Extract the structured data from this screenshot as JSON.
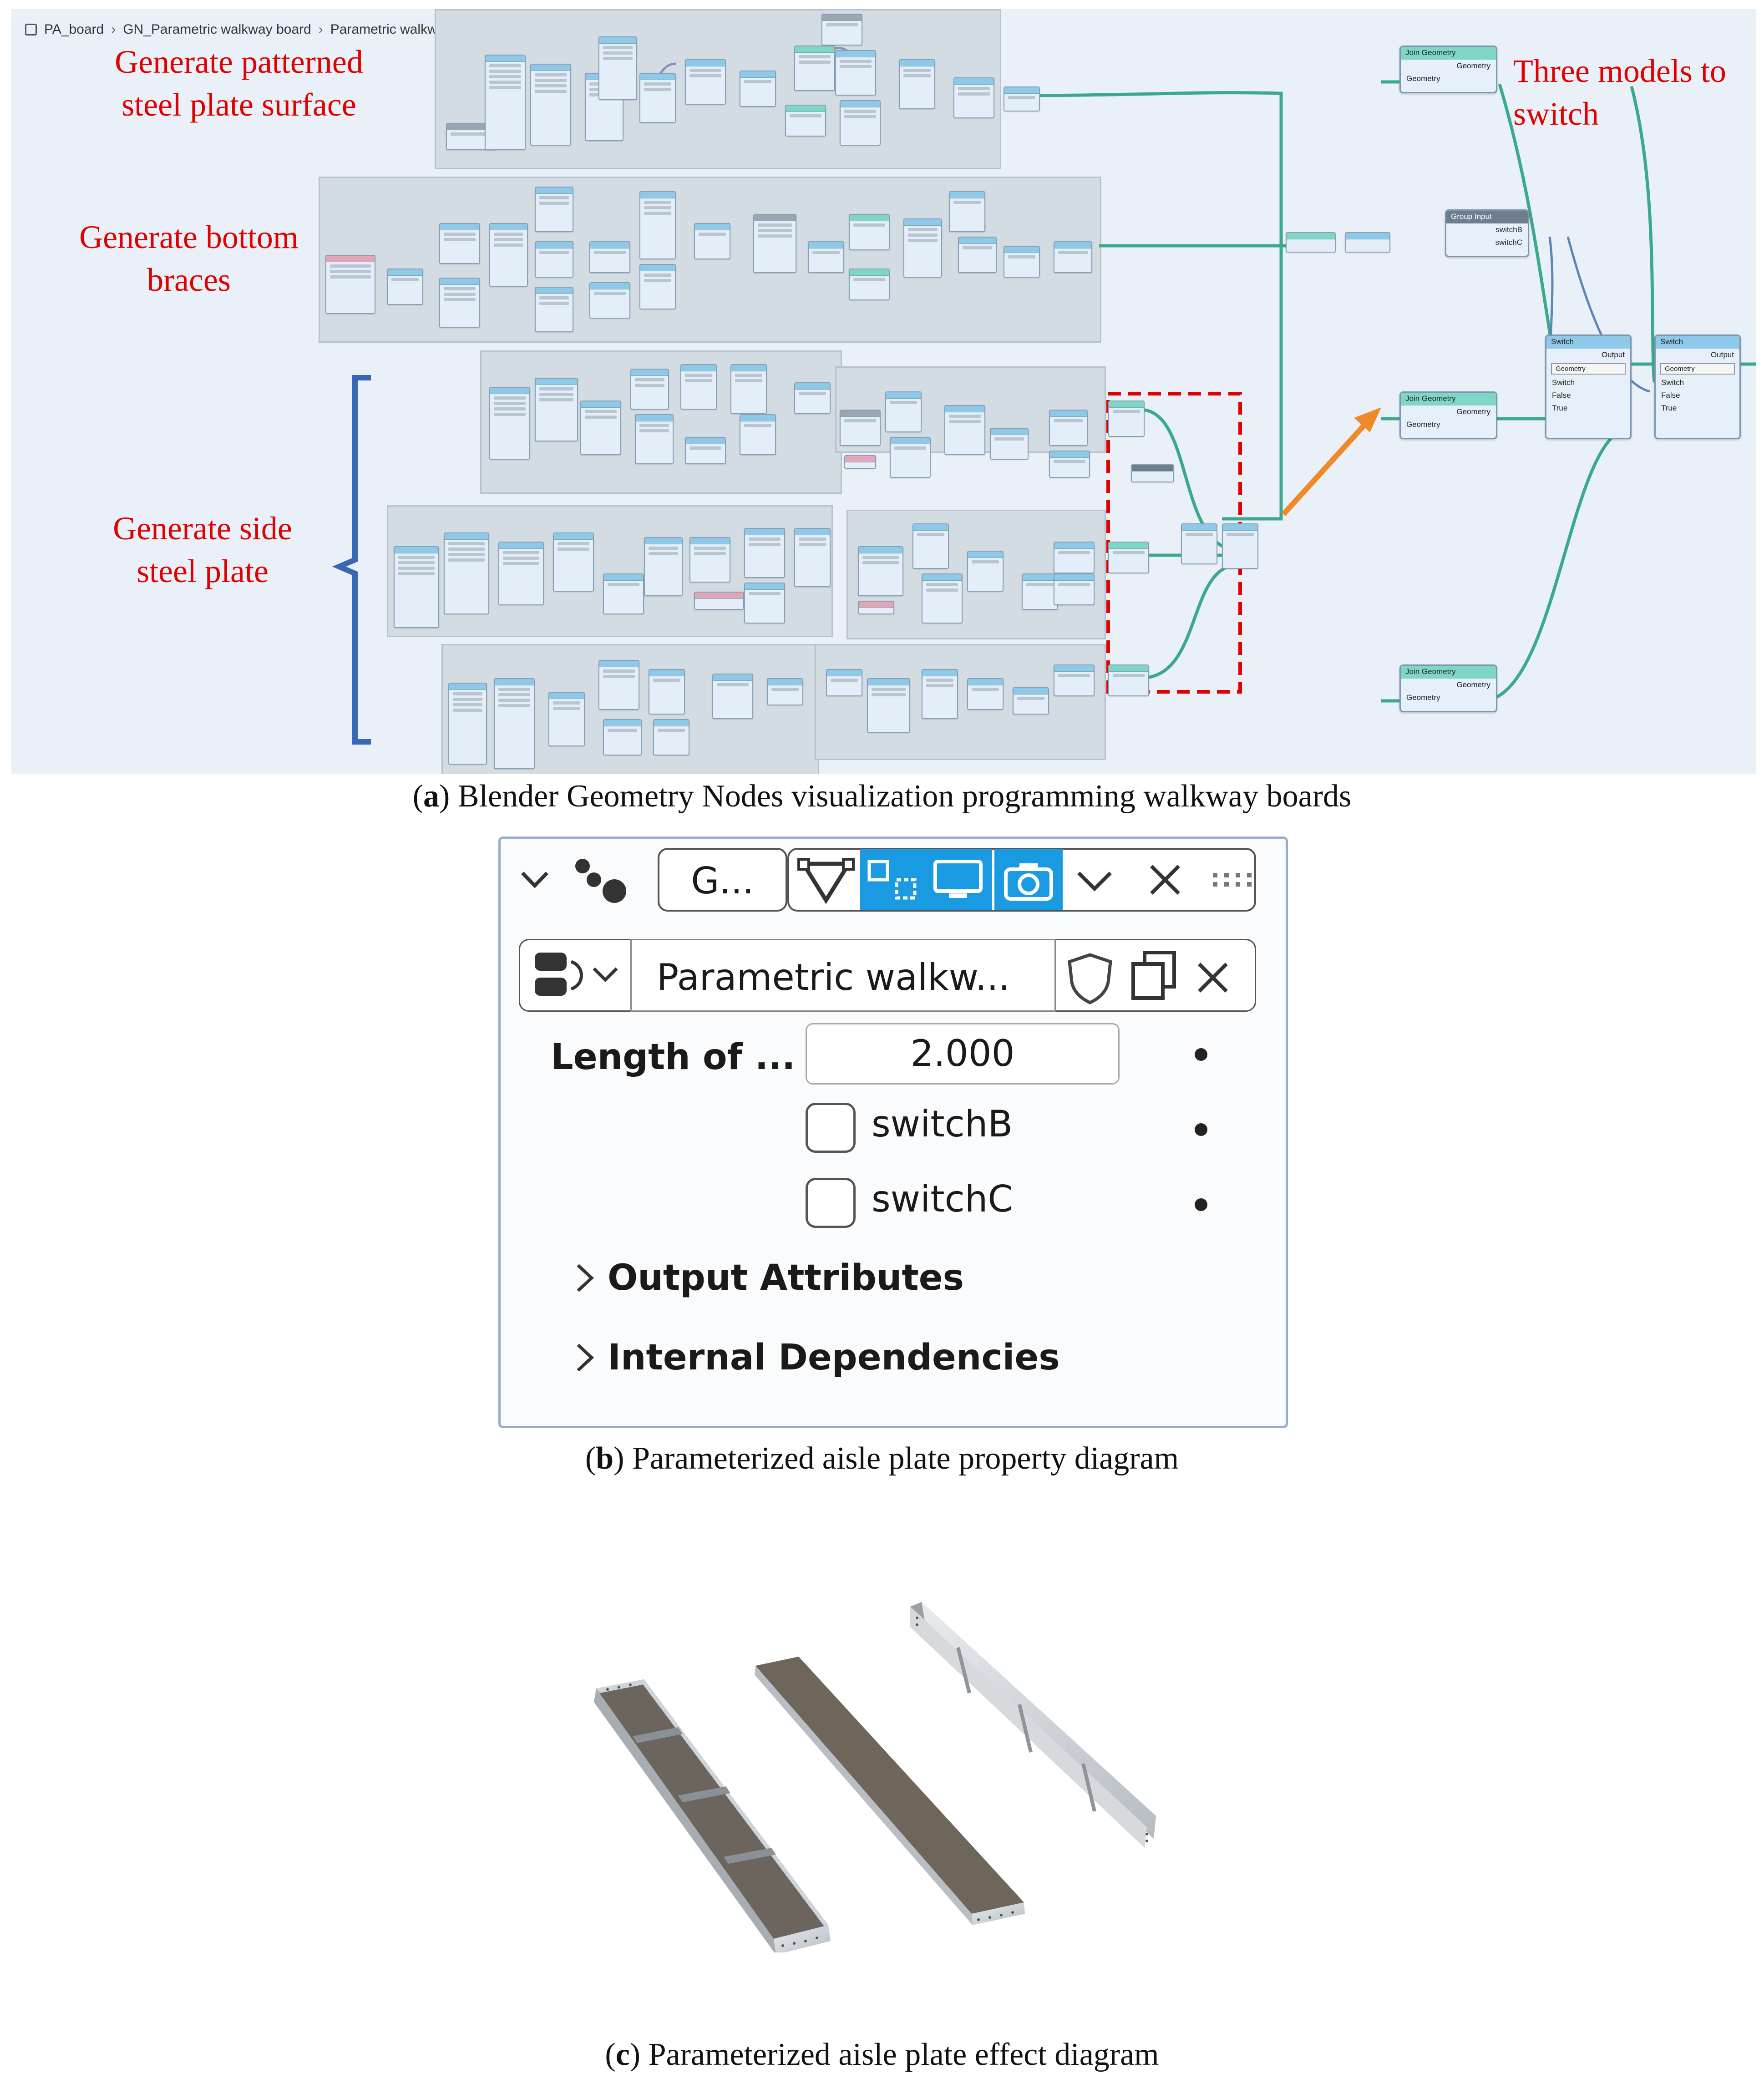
{
  "panel_a": {
    "breadcrumb": [
      "PA_board",
      "GN_Parametric walkway board",
      "Parametric walkway board"
    ],
    "annotations": {
      "surface": [
        "Generate patterned",
        "steel plate surface"
      ],
      "braces": [
        "Generate bottom",
        "braces"
      ],
      "side": [
        "Generate side",
        "steel plate"
      ],
      "switch": [
        "Three models to",
        "switch"
      ]
    },
    "join_label": "Join Geometry",
    "geometry_label": "Geometry",
    "group_input": {
      "title": "Group Input",
      "outputs": [
        "switchB",
        "switchC"
      ]
    },
    "switch_label": "Switch",
    "output_label": "Output",
    "switch_inputs": [
      "Switch",
      "False",
      "True"
    ],
    "caption_letter": "a",
    "caption_text": " Blender Geometry Nodes visualization programming walkway boards"
  },
  "panel_b": {
    "editor_label": "G...",
    "datablock_name": "Parametric walkw...",
    "properties": [
      {
        "label": "Length of ...",
        "value": "2.000"
      },
      {
        "label": "switchB",
        "checked": false
      },
      {
        "label": "switchC",
        "checked": false
      }
    ],
    "sections": [
      "Output Attributes",
      "Internal Dependencies"
    ],
    "caption_letter": "b",
    "caption_text": " Parameterized aisle plate property diagram"
  },
  "panel_c": {
    "caption_letter": "c",
    "caption_text": " Parameterized aisle plate effect diagram"
  },
  "colors": {
    "annotation_red": "#e00000",
    "brace_blue": "#3a67b5",
    "link_green": "#3aa98c",
    "arrow_orange": "#ef8a2a",
    "active_blue": "#1a9ae0"
  }
}
